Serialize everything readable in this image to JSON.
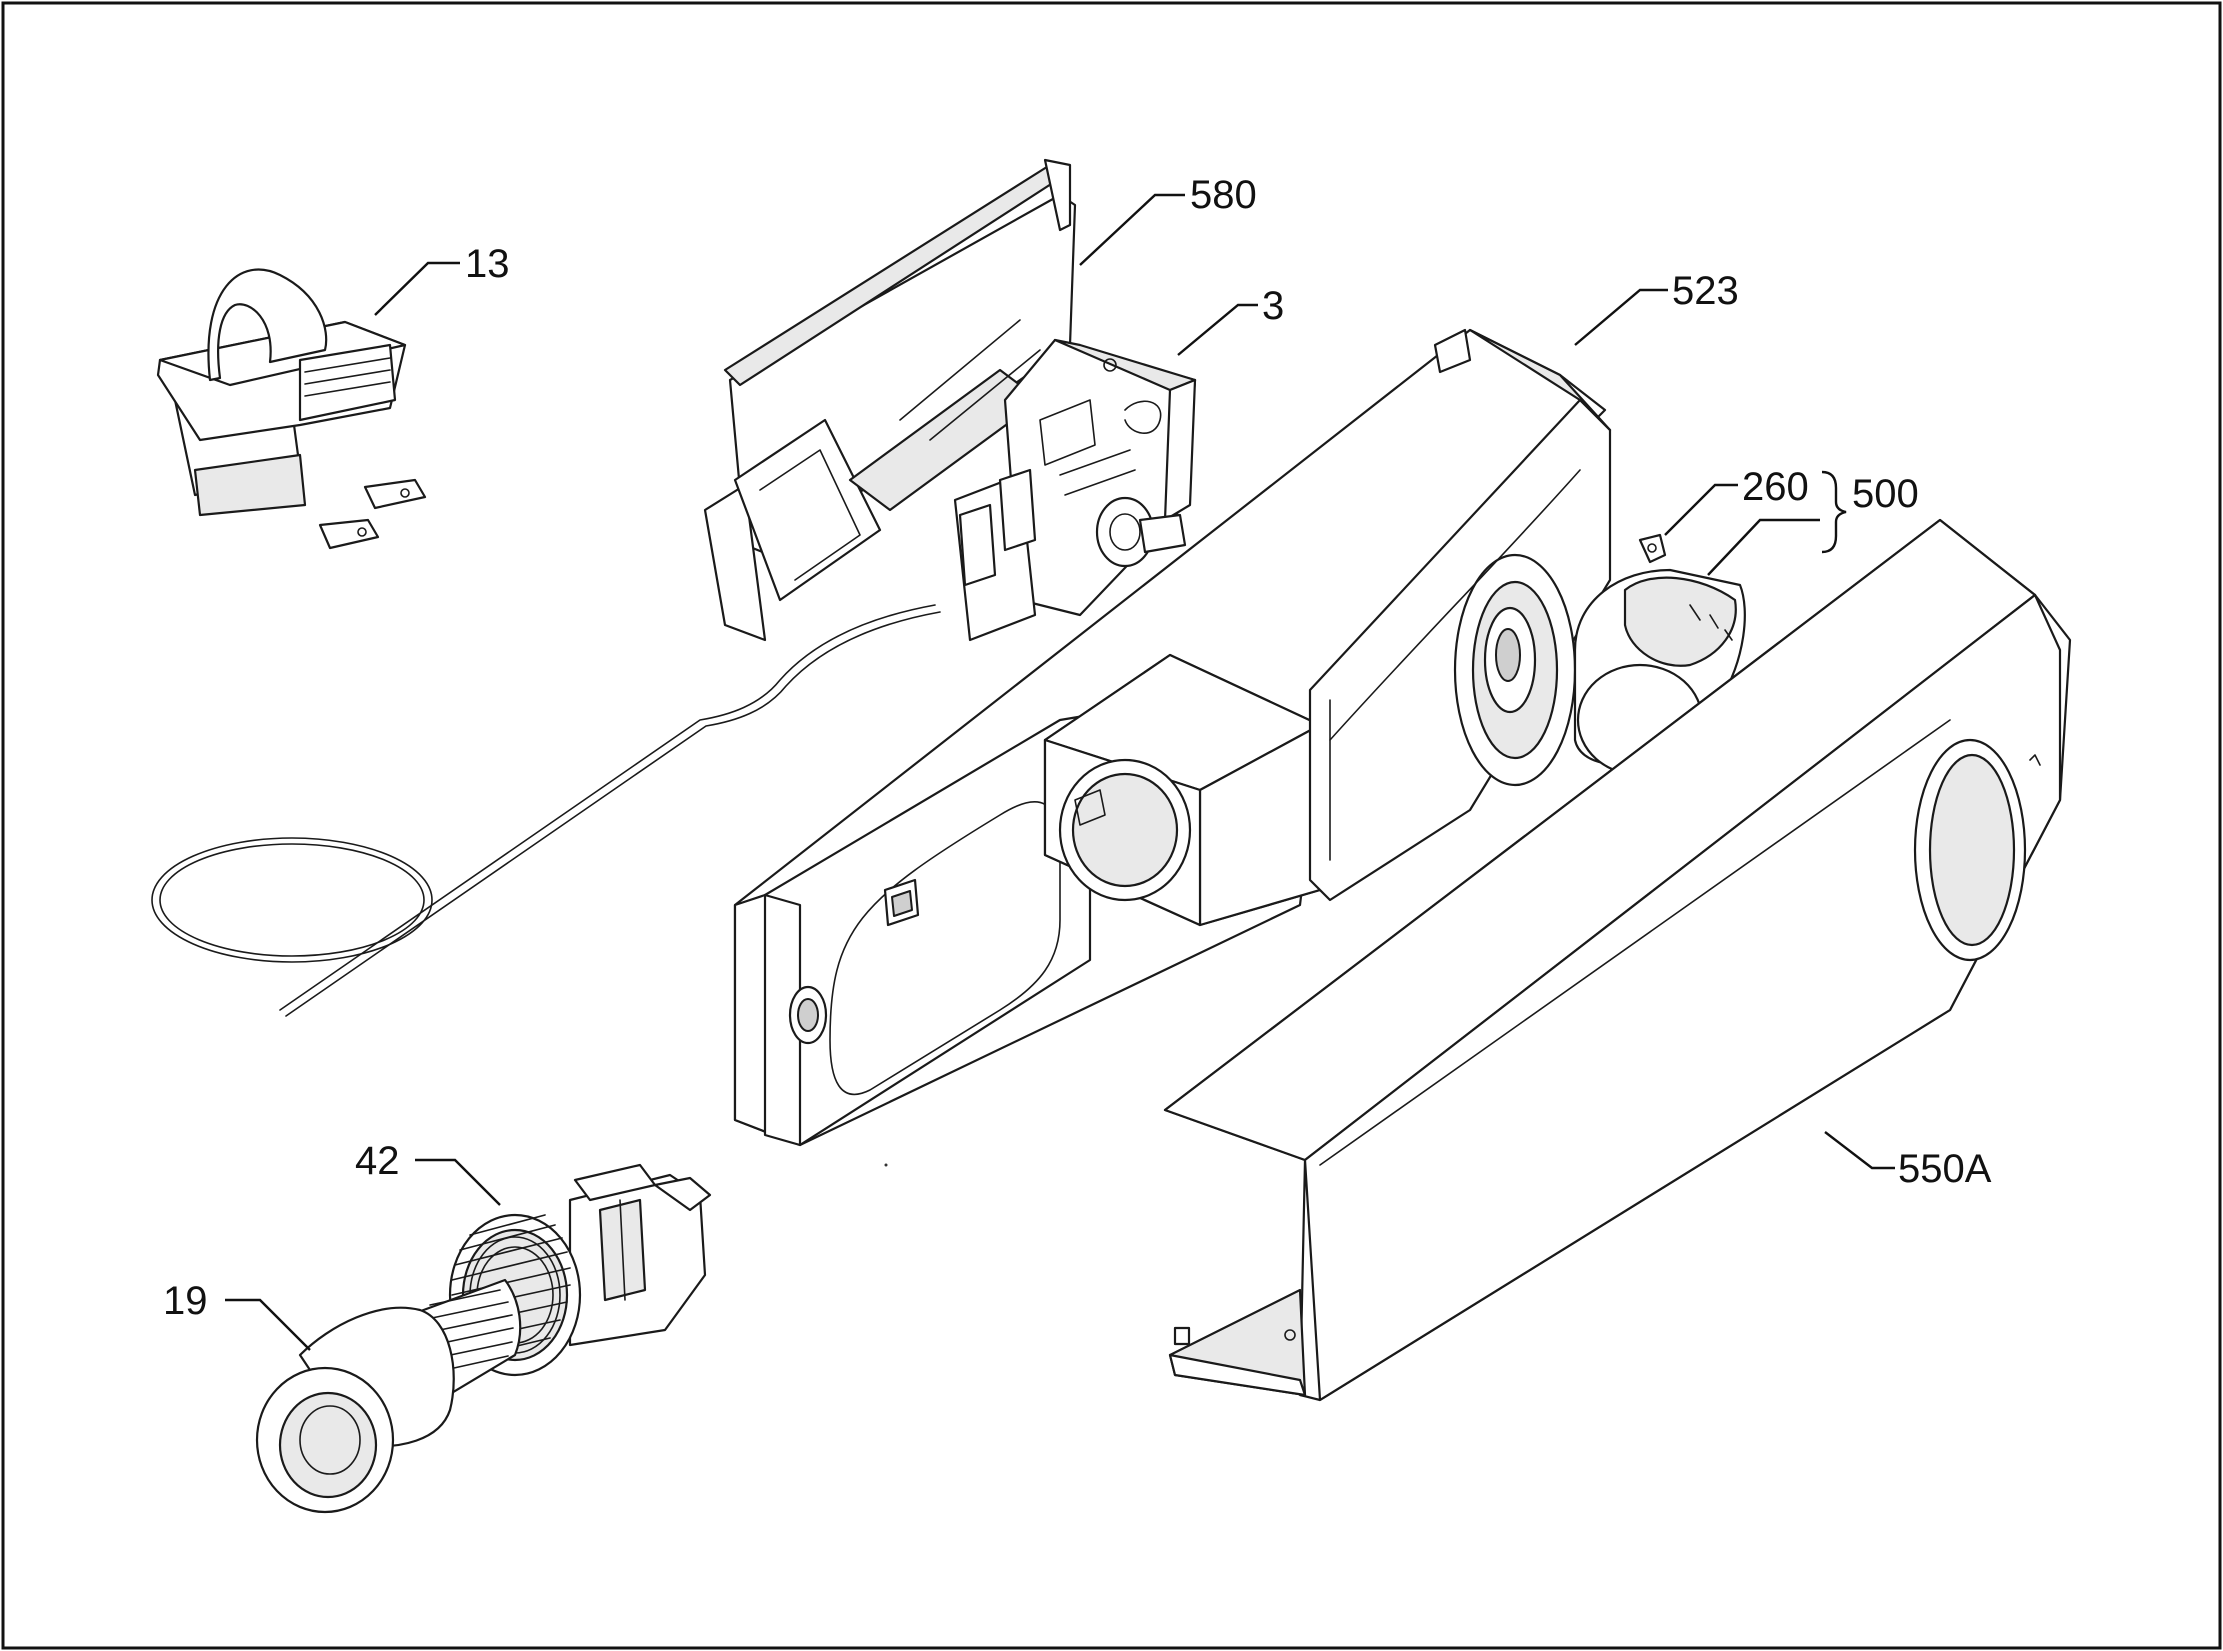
{
  "callouts": [
    {
      "id": "580",
      "label": "580"
    },
    {
      "id": "13",
      "label": "13"
    },
    {
      "id": "3",
      "label": "3"
    },
    {
      "id": "523",
      "label": "523"
    },
    {
      "id": "260",
      "label": "260"
    },
    {
      "id": "500",
      "label": "500"
    },
    {
      "id": "42",
      "label": "42"
    },
    {
      "id": "19",
      "label": "19"
    },
    {
      "id": "550A",
      "label": "550A"
    }
  ]
}
